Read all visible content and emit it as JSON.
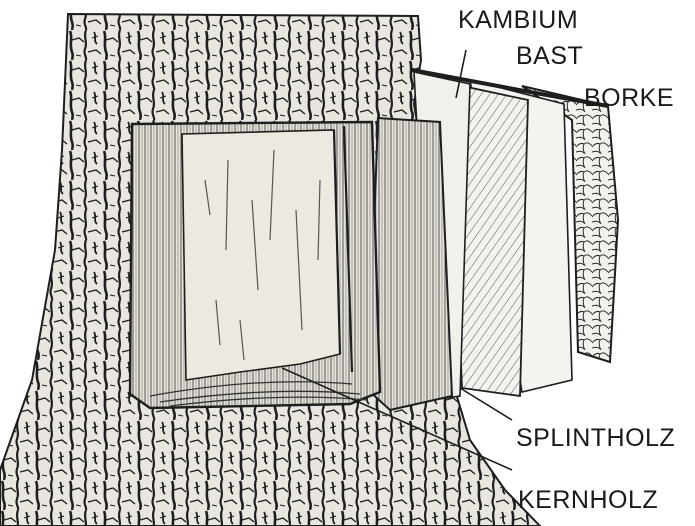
{
  "diagram": {
    "labels": {
      "kambium": "KAMBIUM",
      "bast": "BAST",
      "borke": "BORKE",
      "splintholz": "SPLINTHOLZ",
      "kernholz": "KERNHOLZ"
    }
  },
  "colors": {
    "ink": "#1a1a1a",
    "paper": "#ffffff",
    "wood": "#ebe7de",
    "bark": "#e9e6df"
  }
}
